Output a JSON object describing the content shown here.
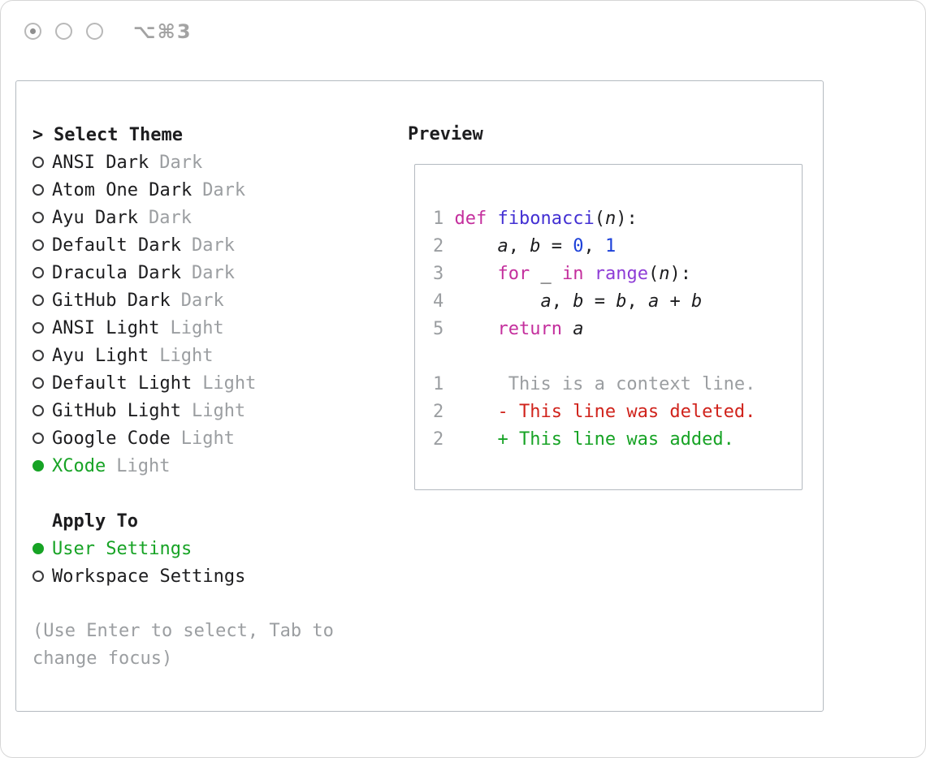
{
  "window": {
    "shortcut": "⌥⌘3"
  },
  "colors": {
    "text": "#1d1d1f",
    "muted": "#9b9ea1",
    "green": "#17a325",
    "red": "#d0231c",
    "keyword": "#c42f9d",
    "function": "#4330d3",
    "number": "#1d41d9",
    "builtin": "#8e3cd6",
    "border": "#b4bac0"
  },
  "theme_panel": {
    "title_prefix": ">",
    "title": "Select Theme",
    "themes": [
      {
        "name": "ANSI Dark",
        "variant": "Dark",
        "selected": false
      },
      {
        "name": "Atom One Dark",
        "variant": "Dark",
        "selected": false
      },
      {
        "name": "Ayu Dark",
        "variant": "Dark",
        "selected": false
      },
      {
        "name": "Default Dark",
        "variant": "Dark",
        "selected": false
      },
      {
        "name": "Dracula Dark",
        "variant": "Dark",
        "selected": false
      },
      {
        "name": "GitHub Dark",
        "variant": "Dark",
        "selected": false
      },
      {
        "name": "ANSI Light",
        "variant": "Light",
        "selected": false
      },
      {
        "name": "Ayu Light",
        "variant": "Light",
        "selected": false
      },
      {
        "name": "Default Light",
        "variant": "Light",
        "selected": false
      },
      {
        "name": "GitHub Light",
        "variant": "Light",
        "selected": false
      },
      {
        "name": "Google Code",
        "variant": "Light",
        "selected": false
      },
      {
        "name": "XCode",
        "variant": "Light",
        "selected": true
      }
    ],
    "apply_to": {
      "title": "Apply To",
      "options": [
        {
          "label": "User Settings",
          "selected": true
        },
        {
          "label": "Workspace Settings",
          "selected": false
        }
      ]
    },
    "hint": "(Use Enter to select, Tab to change focus)"
  },
  "preview": {
    "title": "Preview",
    "code_lines": [
      {
        "num": "1",
        "tokens": [
          [
            "kw",
            "def"
          ],
          [
            "plain",
            " "
          ],
          [
            "fn",
            "fibonacci"
          ],
          [
            "plain",
            "("
          ],
          [
            "var",
            "n"
          ],
          [
            "plain",
            "):"
          ]
        ]
      },
      {
        "num": "2",
        "tokens": [
          [
            "plain",
            "    "
          ],
          [
            "var",
            "a"
          ],
          [
            "plain",
            ", "
          ],
          [
            "var",
            "b"
          ],
          [
            "plain",
            " = "
          ],
          [
            "num",
            "0"
          ],
          [
            "plain",
            ", "
          ],
          [
            "num",
            "1"
          ]
        ]
      },
      {
        "num": "3",
        "tokens": [
          [
            "plain",
            "    "
          ],
          [
            "kw",
            "for"
          ],
          [
            "plain",
            " "
          ],
          [
            "var",
            "_"
          ],
          [
            "plain",
            " "
          ],
          [
            "kw",
            "in"
          ],
          [
            "plain",
            " "
          ],
          [
            "builtin",
            "range"
          ],
          [
            "plain",
            "("
          ],
          [
            "var",
            "n"
          ],
          [
            "plain",
            "):"
          ]
        ]
      },
      {
        "num": "4",
        "tokens": [
          [
            "plain",
            "        "
          ],
          [
            "var",
            "a"
          ],
          [
            "plain",
            ", "
          ],
          [
            "var",
            "b"
          ],
          [
            "plain",
            " = "
          ],
          [
            "var",
            "b"
          ],
          [
            "plain",
            ", "
          ],
          [
            "var",
            "a"
          ],
          [
            "plain",
            " + "
          ],
          [
            "var",
            "b"
          ]
        ]
      },
      {
        "num": "5",
        "tokens": [
          [
            "plain",
            "    "
          ],
          [
            "kw",
            "return"
          ],
          [
            "plain",
            " "
          ],
          [
            "var",
            "a"
          ]
        ]
      }
    ],
    "diff_lines": [
      {
        "num": "1",
        "kind": "context",
        "text": "     This is a context line."
      },
      {
        "num": "2",
        "kind": "deleted",
        "text": "    - This line was deleted."
      },
      {
        "num": "2",
        "kind": "added",
        "text": "    + This line was added."
      }
    ]
  }
}
